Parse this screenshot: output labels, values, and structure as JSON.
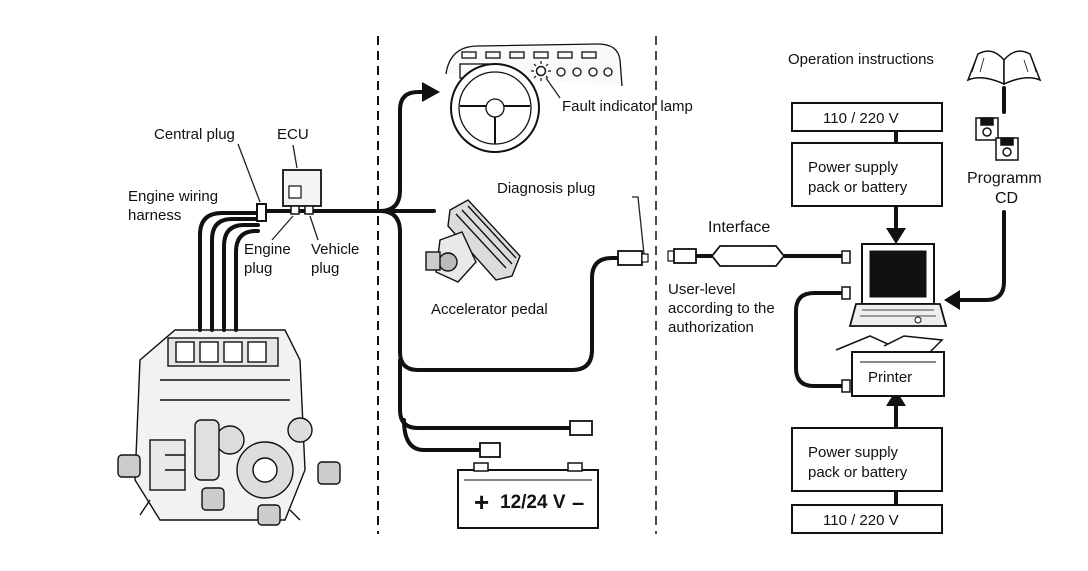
{
  "labels": {
    "central_plug": "Central plug",
    "ecu": "ECU",
    "engine_wiring_harness_line1": "Engine wiring",
    "engine_wiring_harness_line2": "harness",
    "engine_plug_line1": "Engine",
    "engine_plug_line2": "plug",
    "vehicle_plug_line1": "Vehicle",
    "vehicle_plug_line2": "plug",
    "fault_indicator_lamp": "Fault indicator lamp",
    "diagnosis_plug": "Diagnosis plug",
    "accelerator_pedal": "Accelerator pedal",
    "battery": "12/24 V",
    "battery_plus": "+",
    "battery_minus": "–",
    "interface": "Interface",
    "user_level_line1": "User-level",
    "user_level_line2": "according to the",
    "user_level_line3": "authorization",
    "operation_instructions": "Operation instructions",
    "voltage_top": "110 / 220 V",
    "power_supply_top_line1": "Power supply",
    "power_supply_top_line2": "pack or battery",
    "program_cd_line1": "Programm",
    "program_cd_line2": "CD",
    "printer": "Printer",
    "power_supply_bottom_line1": "Power supply",
    "power_supply_bottom_line2": "pack or battery",
    "voltage_bottom": "110 / 220 V"
  }
}
